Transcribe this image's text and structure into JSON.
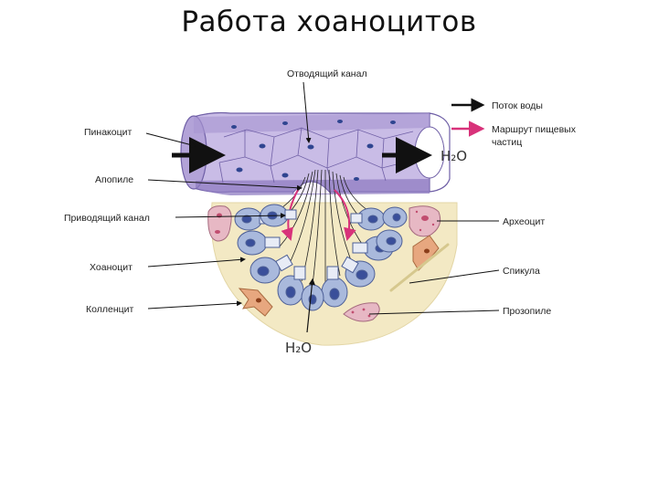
{
  "title": "Работа хоаноцитов",
  "labels": {
    "excurrent_canal": "Отводящий канал",
    "pinacocyte": "Пинакоцит",
    "apopyle": "Апопиле",
    "incurrent_canal": "Приводящий канал",
    "choanocyte": "Хоаноцит",
    "collencyte": "Колленцит",
    "archaeocyte": "Археоцит",
    "spicule": "Спикула",
    "prosopyle": "Прозопиле",
    "h2o_out": "H₂O",
    "h2o_in": "H₂O"
  },
  "legend": {
    "water_flow": "Поток воды",
    "food_route_line1": "Маршрут пищевых",
    "food_route_line2": "частиц"
  },
  "colors": {
    "canal_wall": "#b9a9db",
    "canal_inner": "#ddd3ef",
    "choanocyte": "#a9b9dc",
    "nucleus": "#3a4f9a",
    "mesohyl": "#f3e9c4",
    "archaeocyte": "#e7b8c4",
    "collencyte": "#e7a77f",
    "food_route": "#d8327a"
  }
}
